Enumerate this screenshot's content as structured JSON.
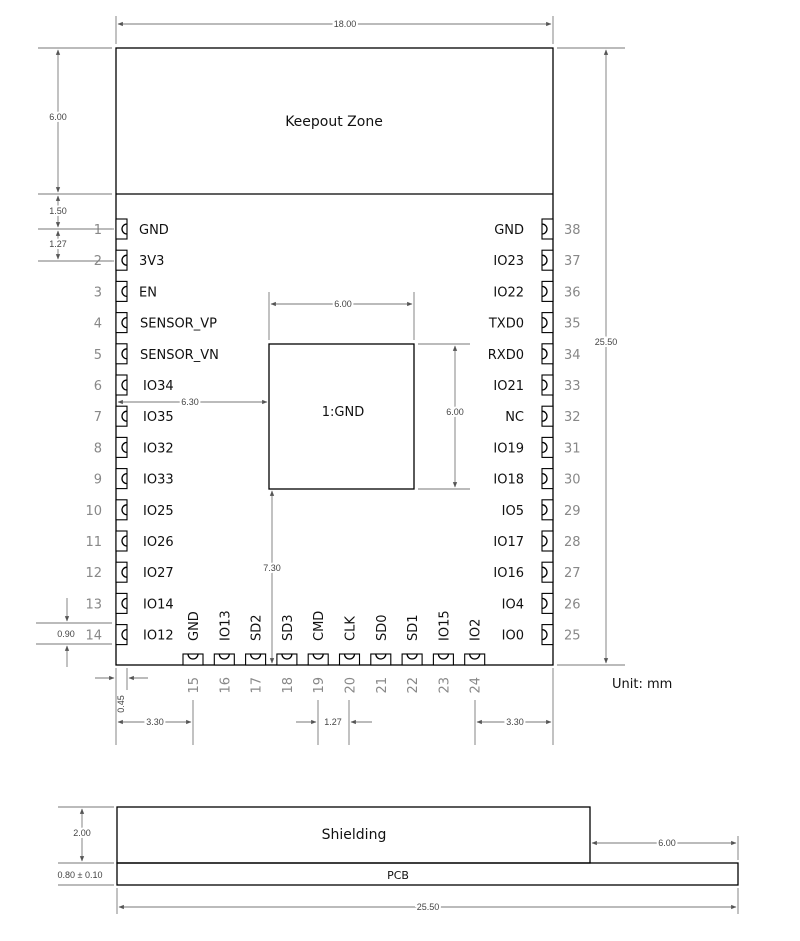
{
  "keepout_label": "Keepout Zone",
  "center_pad_label": "1:GND",
  "unit_label": "Unit: mm",
  "shielding_label": "Shielding",
  "pcb_label": "PCB",
  "dimensions": {
    "width_top": "18.00",
    "keepout_height": "6.00",
    "gap_1_50": "1.50",
    "pitch_left": "1.27",
    "height_total": "25.50",
    "pad_width": "6.00",
    "pad_height": "6.00",
    "pad_offset_x": "6.30",
    "pad_offset_y": "7.30",
    "pad_len": "0.90",
    "edge_045": "0.45",
    "bottom_left": "3.30",
    "bottom_right": "3.30",
    "pitch_bottom": "1.27",
    "shield_height": "2.00",
    "pcb_thickness": "0.80 ± 0.10",
    "shield_offset": "6.00",
    "side_length": "25.50"
  },
  "left_pins": [
    {
      "num": "1",
      "name": "GND"
    },
    {
      "num": "2",
      "name": "3V3"
    },
    {
      "num": "3",
      "name": "EN"
    },
    {
      "num": "4",
      "name": "SENSOR_VP"
    },
    {
      "num": "5",
      "name": "SENSOR_VN"
    },
    {
      "num": "6",
      "name": "IO34"
    },
    {
      "num": "7",
      "name": "IO35"
    },
    {
      "num": "8",
      "name": "IO32"
    },
    {
      "num": "9",
      "name": "IO33"
    },
    {
      "num": "10",
      "name": "IO25"
    },
    {
      "num": "11",
      "name": "IO26"
    },
    {
      "num": "12",
      "name": "IO27"
    },
    {
      "num": "13",
      "name": "IO14"
    },
    {
      "num": "14",
      "name": "IO12"
    }
  ],
  "right_pins": [
    {
      "num": "38",
      "name": "GND"
    },
    {
      "num": "37",
      "name": "IO23"
    },
    {
      "num": "36",
      "name": "IO22"
    },
    {
      "num": "35",
      "name": "TXD0"
    },
    {
      "num": "34",
      "name": "RXD0"
    },
    {
      "num": "33",
      "name": "IO21"
    },
    {
      "num": "32",
      "name": "NC"
    },
    {
      "num": "31",
      "name": "IO19"
    },
    {
      "num": "30",
      "name": "IO18"
    },
    {
      "num": "29",
      "name": "IO5"
    },
    {
      "num": "28",
      "name": "IO17"
    },
    {
      "num": "27",
      "name": "IO16"
    },
    {
      "num": "26",
      "name": "IO4"
    },
    {
      "num": "25",
      "name": "IO0"
    }
  ],
  "bottom_pins": [
    {
      "num": "15",
      "name": "GND"
    },
    {
      "num": "16",
      "name": "IO13"
    },
    {
      "num": "17",
      "name": "SD2"
    },
    {
      "num": "18",
      "name": "SD3"
    },
    {
      "num": "19",
      "name": "CMD"
    },
    {
      "num": "20",
      "name": "CLK"
    },
    {
      "num": "21",
      "name": "SD0"
    },
    {
      "num": "22",
      "name": "SD1"
    },
    {
      "num": "23",
      "name": "IO15"
    },
    {
      "num": "24",
      "name": "IO2"
    }
  ]
}
